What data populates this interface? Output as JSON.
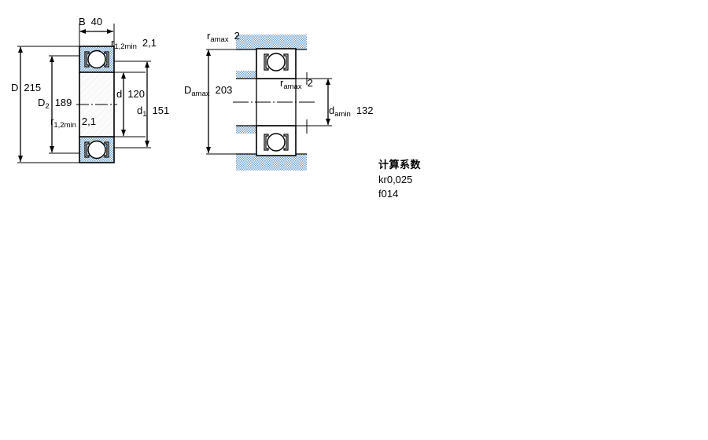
{
  "diagram_left": {
    "name": "bearing-cross-section-dimensions",
    "labels": {
      "width": {
        "symbol": "B",
        "sub": "",
        "value": "40"
      },
      "outer_diameter": {
        "symbol": "D",
        "sub": "",
        "value": "215"
      },
      "shoulder_diameter": {
        "symbol": "D",
        "sub": "2",
        "value": "189"
      },
      "bore_diameter": {
        "symbol": "d",
        "sub": "",
        "value": "120"
      },
      "inner_shoulder_diameter": {
        "symbol": "d",
        "sub": "1",
        "value": "151"
      },
      "chamfer_top": {
        "symbol": "r",
        "sub": "1,2min",
        "value": "2,1"
      },
      "chamfer_bottom": {
        "symbol": "r",
        "sub": "1,2min",
        "value": "2,1"
      }
    }
  },
  "diagram_right": {
    "name": "bearing-abutment-dimensions",
    "labels": {
      "housing_fillet": {
        "symbol": "r",
        "sub": "amax",
        "value": "2"
      },
      "housing_diameter": {
        "symbol": "D",
        "sub": "amax",
        "value": "203"
      },
      "shaft_fillet": {
        "symbol": "r",
        "sub": "amax",
        "value": "2"
      },
      "shaft_diameter": {
        "symbol": "d",
        "sub": "amin",
        "value": "132"
      }
    }
  },
  "calculation_factors": {
    "title": "计算系数",
    "items": [
      {
        "symbol": "k",
        "sub": "r",
        "value": "0,025"
      },
      {
        "symbol": "f",
        "sub": "0",
        "value": "14"
      }
    ]
  },
  "colors": {
    "line": "#000000",
    "ring_fill": "#b9cfe4",
    "bore_fill": "#f7f7f7",
    "ball_fill": "#ffffff",
    "background": "#ffffff"
  }
}
